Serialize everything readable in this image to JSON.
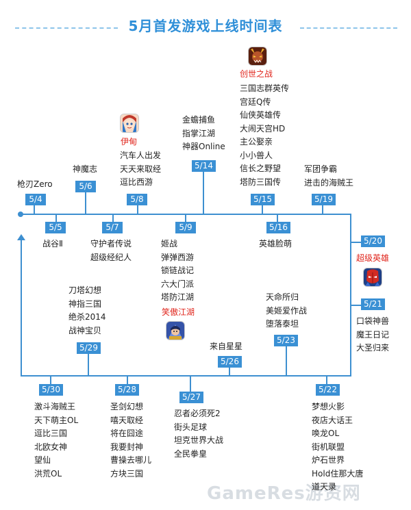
{
  "title": "5月首发游戏上线时间表",
  "watermark": "GameRes游资网",
  "colors": {
    "accent": "#3a90d4",
    "highlight": "#e0251c",
    "text": "#222222"
  },
  "nodes": [
    {
      "date": "5/4",
      "games": [
        "枪刃Zero"
      ],
      "highlight": ""
    },
    {
      "date": "5/5",
      "games": [
        "战谷Ⅱ"
      ],
      "highlight": ""
    },
    {
      "date": "5/6",
      "games": [
        "神魔志"
      ],
      "highlight": ""
    },
    {
      "date": "5/7",
      "games": [
        "守护者传说",
        "超级经纪人"
      ],
      "highlight": ""
    },
    {
      "date": "5/8",
      "games": [
        "汽车人出发",
        "天天来取经",
        "逗比西游"
      ],
      "highlight": "伊甸",
      "icon": "knight-icon"
    },
    {
      "date": "5/9",
      "games": [
        "姬战",
        "弹弹西游",
        "锁链战记",
        "六大门派",
        "塔防江湖"
      ],
      "highlight": "笑傲江湖",
      "icon": "warrior-icon"
    },
    {
      "date": "5/14",
      "games": [
        "金蟾捕鱼",
        "指掌江湖",
        "神器Online"
      ],
      "highlight": ""
    },
    {
      "date": "5/15",
      "games": [
        "三国志群英传",
        "宫廷Q传",
        "仙侠英雄传",
        "大闹天宫HD",
        "主公娶亲",
        "小小兽人",
        "信长之野望",
        "塔防三国传"
      ],
      "highlight": "创世之战",
      "icon": "demon-icon"
    },
    {
      "date": "5/16",
      "games": [
        "英雄脸萌"
      ],
      "highlight": ""
    },
    {
      "date": "5/19",
      "games": [
        "军团争霸",
        "进击的海贼王"
      ],
      "highlight": ""
    },
    {
      "date": "5/20",
      "games": [],
      "highlight": "超级英雄",
      "icon": "hero-icon"
    },
    {
      "date": "5/21",
      "games": [
        "口袋神兽",
        "魔王日记",
        "大圣归来"
      ],
      "highlight": ""
    },
    {
      "date": "5/22",
      "games": [
        "梦想火影",
        "夜店大话王",
        "唤龙OL",
        "街机联盟",
        "炉石世界",
        "Hold住那大唐",
        "道天录"
      ],
      "highlight": ""
    },
    {
      "date": "5/23",
      "games": [
        "天命所归",
        "美姬爱作战",
        "堕落泰坦"
      ],
      "highlight": ""
    },
    {
      "date": "5/26",
      "games": [
        "来自星星"
      ],
      "highlight": ""
    },
    {
      "date": "5/27",
      "games": [
        "忍者必须死2",
        "街头足球",
        "坦克世界大战",
        "全民拳皇"
      ],
      "highlight": ""
    },
    {
      "date": "5/28",
      "games": [
        "圣剑幻想",
        "嘻天取经",
        "将在囧途",
        "我要封神",
        "曹操去哪儿",
        "方块三国"
      ],
      "highlight": ""
    },
    {
      "date": "5/29",
      "games": [
        "刀塔幻想",
        "神指三国",
        "绝杀2014",
        "战神宝贝"
      ],
      "highlight": ""
    },
    {
      "date": "5/30",
      "games": [
        "激斗海贼王",
        "天下萌主OL",
        "逗比三国",
        "北欧女神",
        "望仙",
        "洪荒OL"
      ],
      "highlight": ""
    }
  ]
}
